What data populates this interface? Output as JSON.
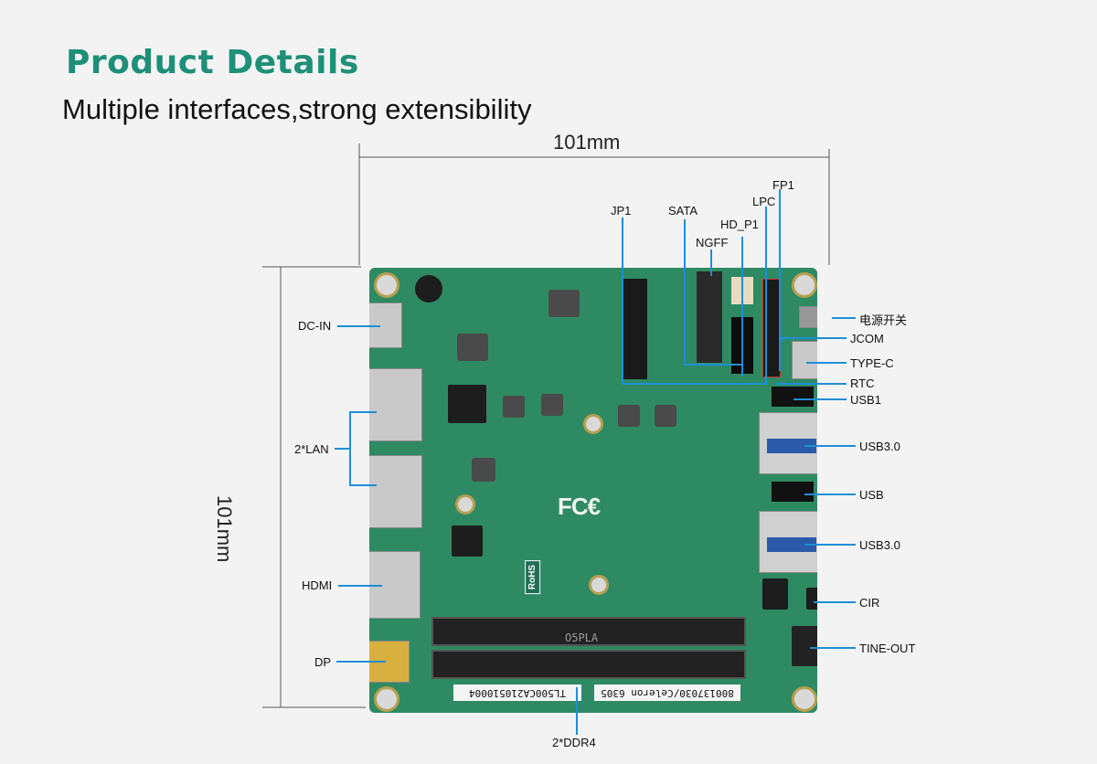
{
  "header": {
    "title": "Product Details",
    "subtitle": "Multiple interfaces,strong extensibility"
  },
  "dimensions": {
    "width": "101mm",
    "height": "101mm"
  },
  "labels": {
    "left": [
      "DC-IN",
      "2*LAN",
      "HDMI",
      "DP"
    ],
    "top": [
      "JP1",
      "SATA",
      "HD_P1",
      "NGFF",
      "LPC",
      "FP1"
    ],
    "right": [
      "电源开关",
      "JCOM",
      "TYPE-C",
      "RTC",
      "USB1",
      "USB3.0",
      "USB",
      "USB3.0",
      "CIR",
      "TINE-OUT"
    ],
    "bottom": "2*DDR4"
  },
  "board_marks": {
    "certification": "FC€",
    "sticker_left": "TL500CA210510004",
    "sticker_right": "800137030/Celeron 6305",
    "ddr_label": "O5PLA",
    "rohs": "RoHS"
  },
  "colors": {
    "title": "#1f8f78",
    "board": "#2e8a63",
    "leader": "#1d8fd6"
  }
}
